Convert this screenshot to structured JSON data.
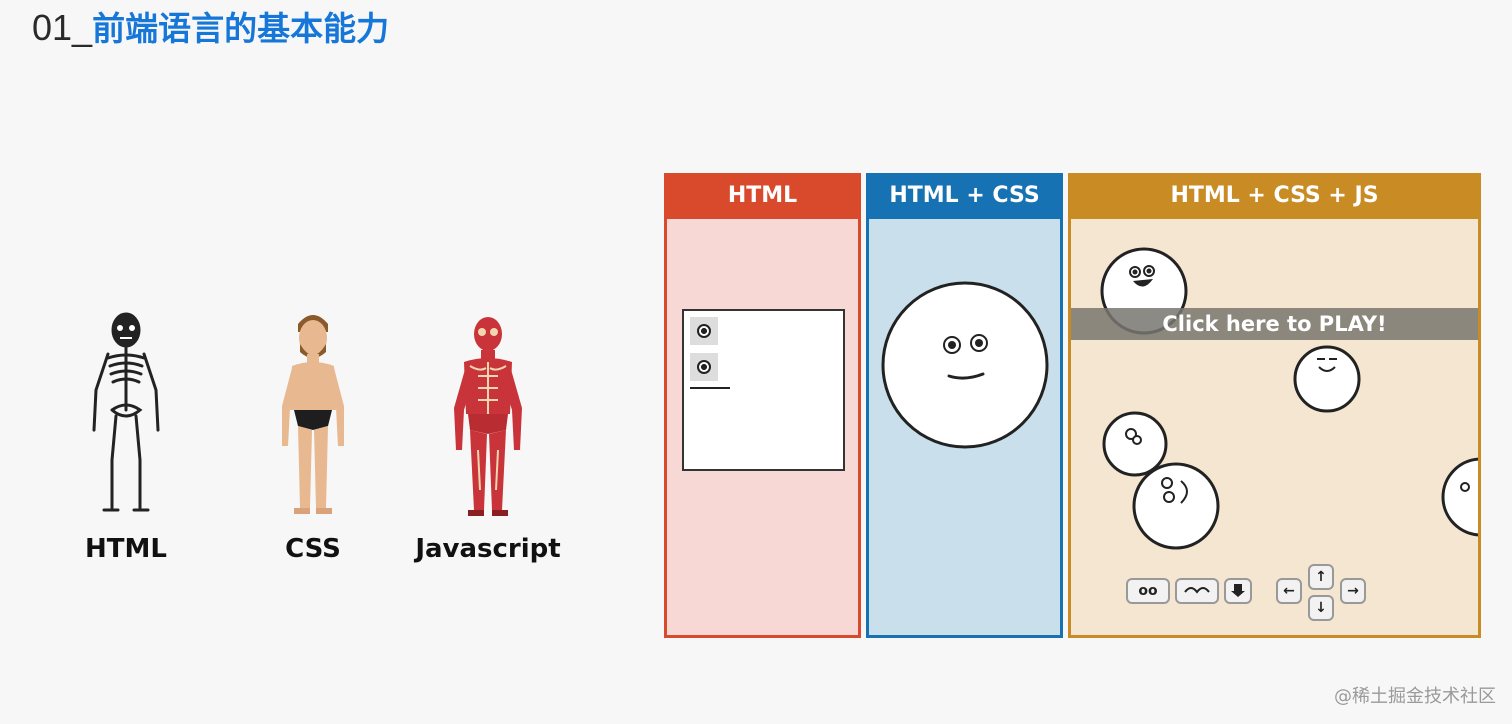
{
  "title": {
    "number": "01_",
    "text": "前端语言的基本能力"
  },
  "figures": [
    {
      "label": "HTML",
      "icon": "skeleton-figure"
    },
    {
      "label": "CSS",
      "icon": "person-figure"
    },
    {
      "label": "Javascript",
      "icon": "muscle-figure"
    }
  ],
  "panels": {
    "html": {
      "header": "HTML"
    },
    "css": {
      "header": "HTML + CSS"
    },
    "js": {
      "header": "HTML + CSS + JS",
      "play": "Click here to PLAY!"
    }
  },
  "controls": {
    "eyes": "oo",
    "arrow_left": "←",
    "arrow_up": "↑",
    "arrow_down": "↓",
    "arrow_right": "→"
  },
  "colors": {
    "title": "#1677d9",
    "html": "#d94a2c",
    "css": "#1672b2",
    "js": "#c98c25"
  },
  "watermark": "@稀土掘金技术社区"
}
